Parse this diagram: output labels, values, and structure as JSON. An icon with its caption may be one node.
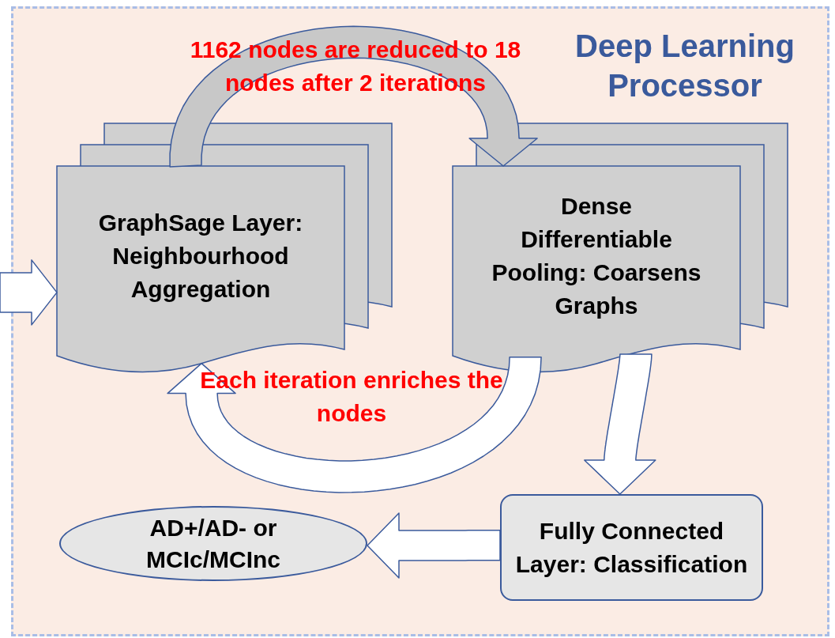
{
  "diagram": {
    "nodes": [
      {
        "text": [
          "Deep Learning Processor"
        ]
      },
      {
        "text": [
          "GraphSage Layer: Neighbourhood Aggregation"
        ],
        "in": 0
      },
      {
        "text": [
          "Dense Differentiable Pooling: Coarsens Graphs"
        ],
        "in": 0
      },
      {
        "text": [
          "Fully Connected Layer: Classification"
        ],
        "in": 0
      },
      {
        "text": [
          "AD+/AD- or MCIc/MCInc"
        ],
        "in": 0
      }
    ],
    "edges": [
      {
        "from": null,
        "to": 1,
        "arrow": "to"
      },
      {
        "from": 1,
        "to": 2,
        "arrow": "to",
        "label": "1162 nodes are reduced to 18 nodes after 2 iterations"
      },
      {
        "from": 2,
        "to": 1,
        "arrow": "to",
        "label": "Each iteration enriches the nodes"
      },
      {
        "from": 2,
        "to": 3,
        "arrow": "to"
      },
      {
        "from": 3,
        "to": 4,
        "arrow": "to"
      }
    ]
  }
}
